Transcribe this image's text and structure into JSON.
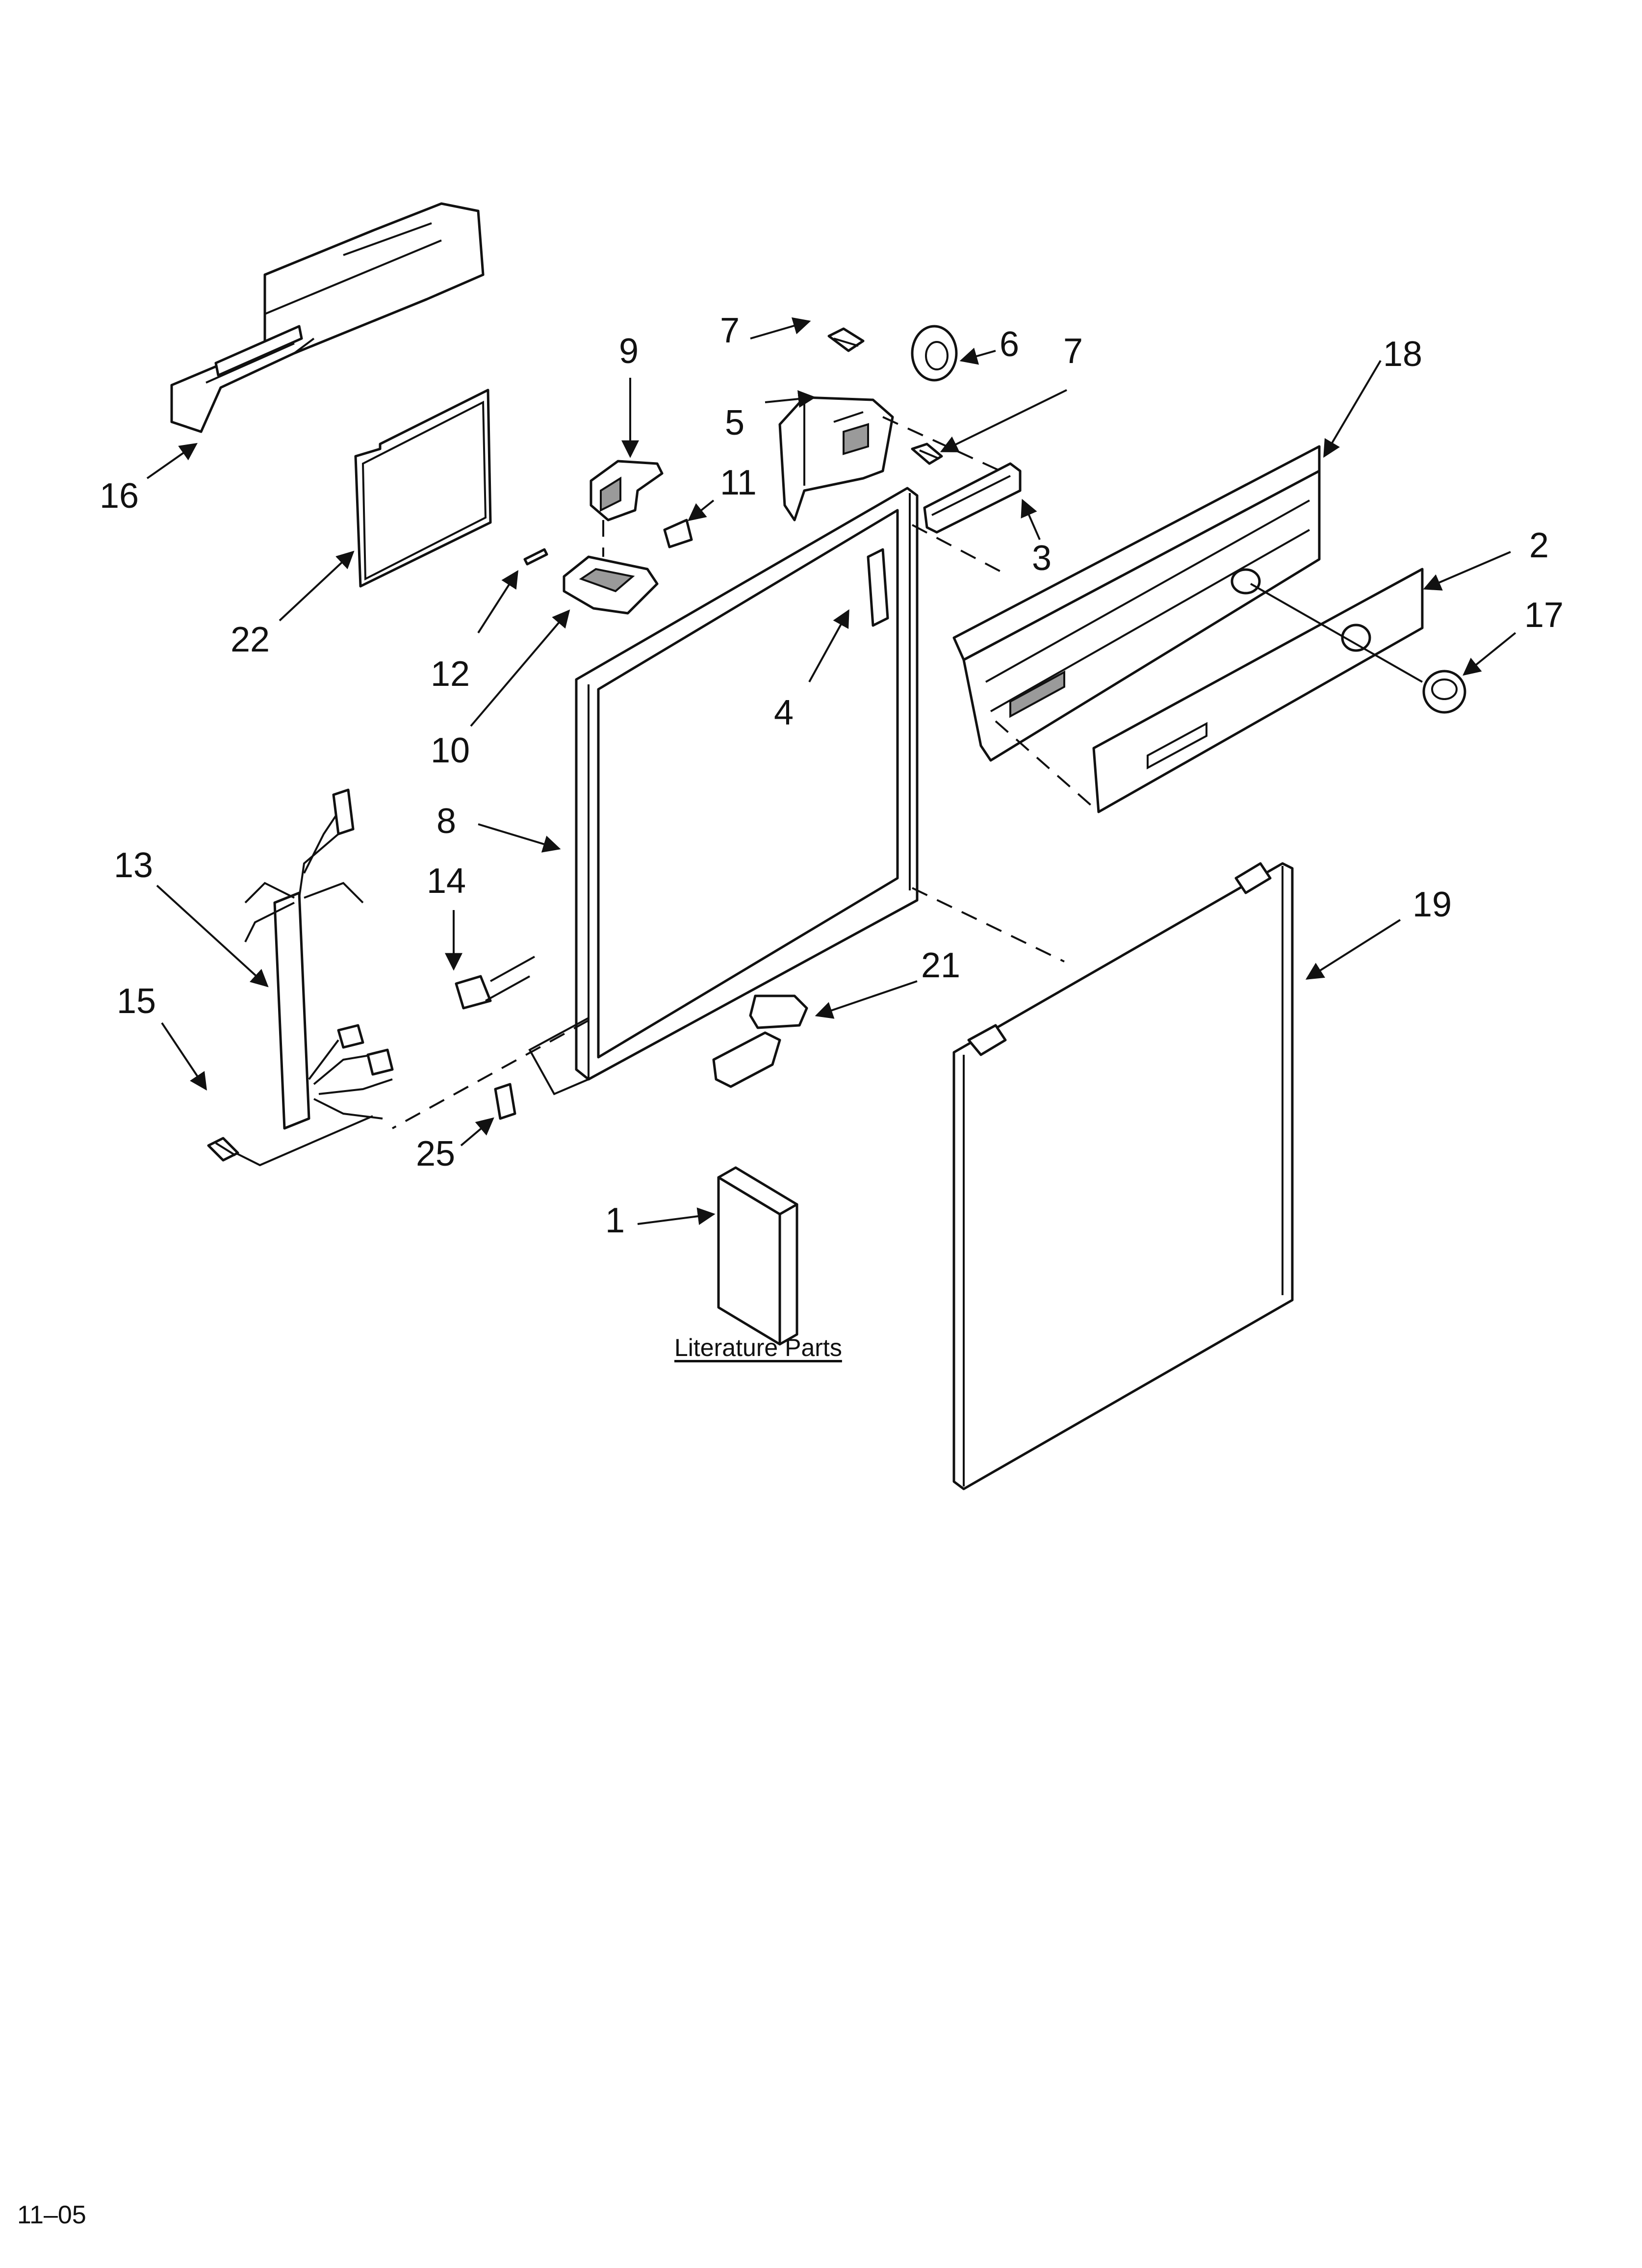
{
  "diagram": {
    "callouts": {
      "c1": "1",
      "c2": "2",
      "c3": "3",
      "c4": "4",
      "c5": "5",
      "c6": "6",
      "c7a": "7",
      "c7b": "7",
      "c8": "8",
      "c9": "9",
      "c10": "10",
      "c11": "11",
      "c12": "12",
      "c13": "13",
      "c14": "14",
      "c15": "15",
      "c16": "16",
      "c17": "17",
      "c18": "18",
      "c19": "19",
      "c21": "21",
      "c22": "22",
      "c25": "25"
    },
    "literature_caption": "Literature Parts",
    "date_code": "11–05"
  }
}
